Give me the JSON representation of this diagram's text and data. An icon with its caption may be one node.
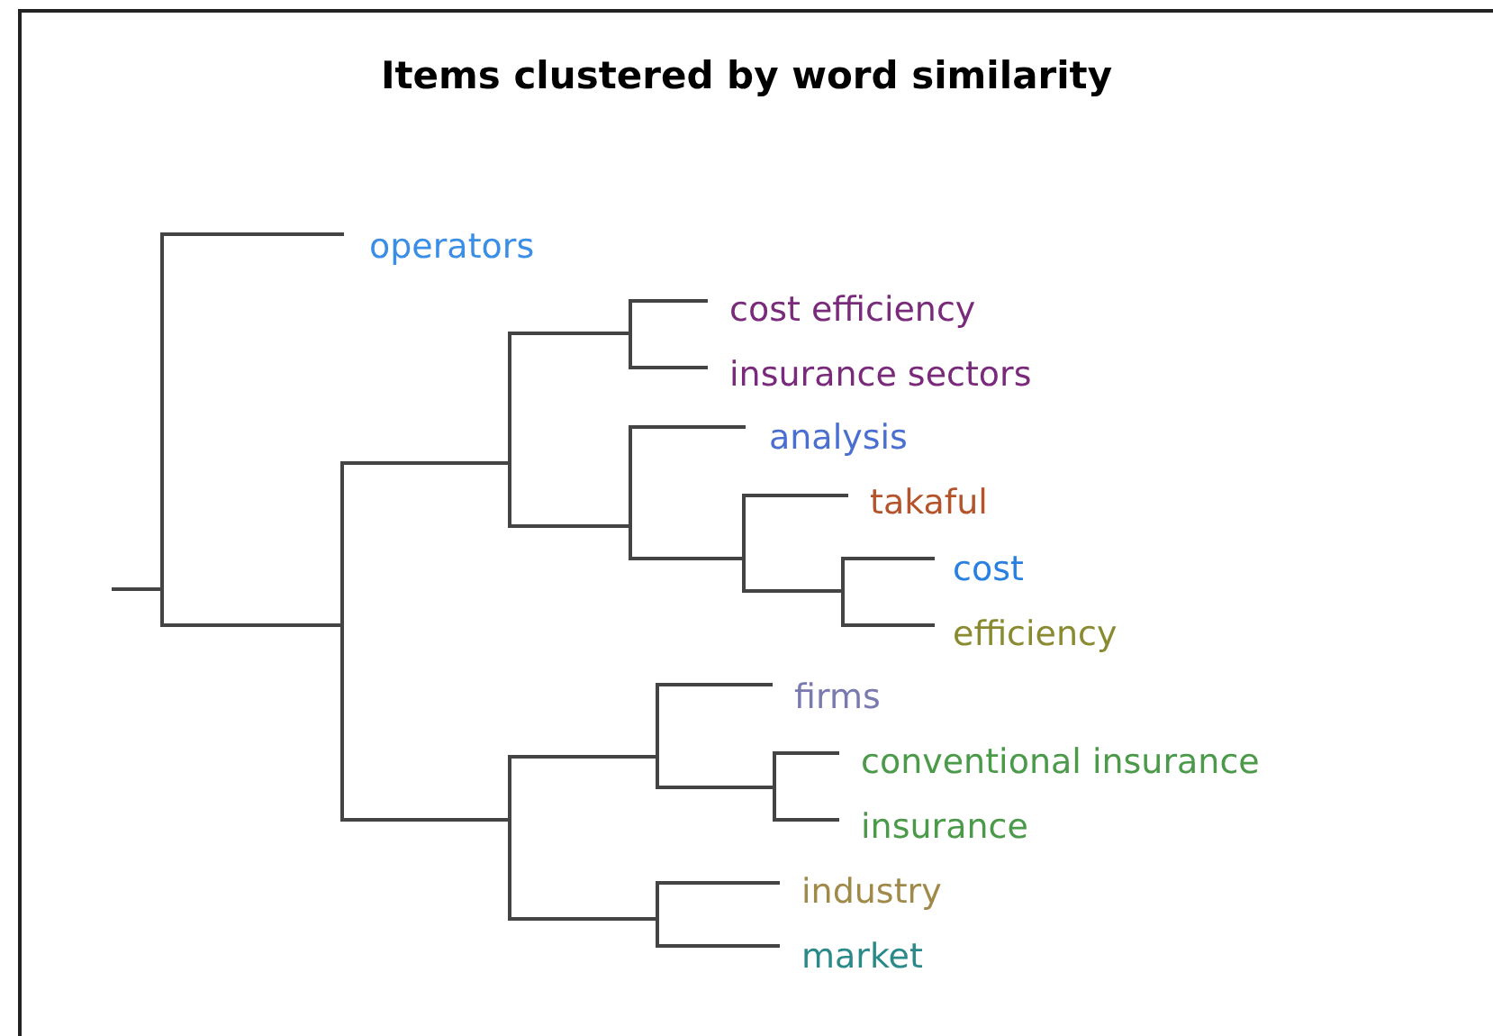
{
  "diagram": {
    "title": "Items clustered by word similarity",
    "labels": [
      "operators",
      "cost efficiency",
      "insurance sectors",
      "analysis",
      "takaful",
      "cost",
      "efficiency",
      "firms",
      "conventional insurance",
      "insurance",
      "industry",
      "market"
    ]
  }
}
